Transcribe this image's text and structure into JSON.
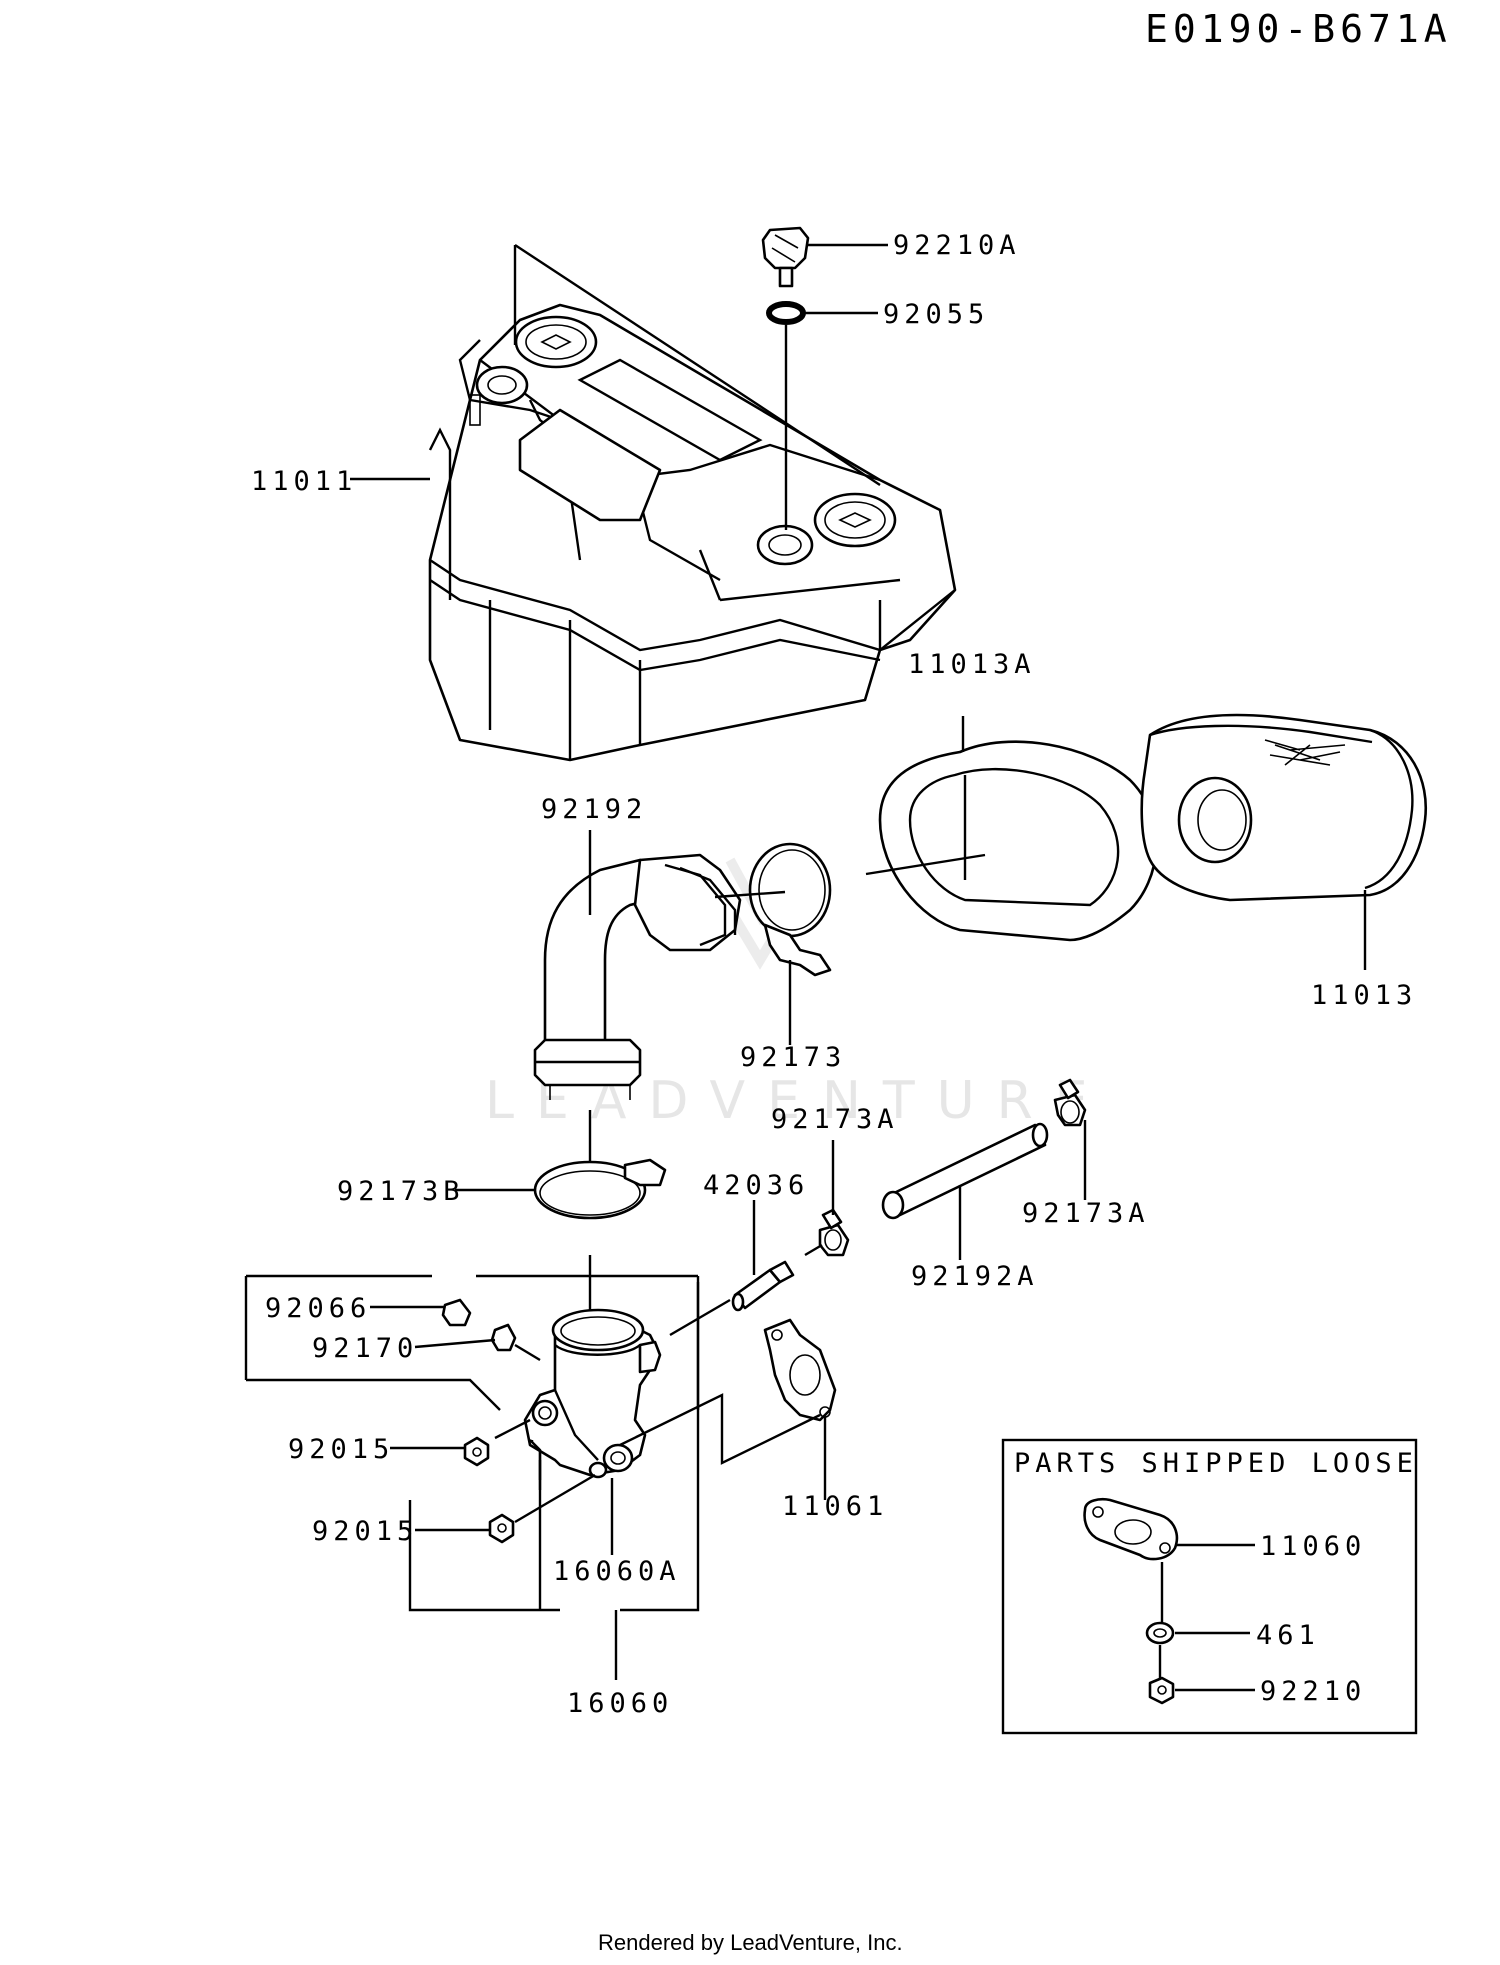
{
  "diagram_id": "E0190-B671A",
  "footer": "Rendered by LeadVenture, Inc.",
  "watermark": "LEADVENTURE",
  "parts_shipped_loose_title": "PARTS SHIPPED LOOSE",
  "callouts": {
    "p92210A": "92210A",
    "p92055": "92055",
    "p11011": "11011",
    "p11013A": "11013A",
    "p92192": "92192",
    "p11013": "11013",
    "p92173": "92173",
    "p92173A_top": "92173A",
    "p92173A_right": "92173A",
    "p92173B": "92173B",
    "p42036": "42036",
    "p92192A": "92192A",
    "p92066": "92066",
    "p92170": "92170",
    "p92015_a": "92015",
    "p92015_b": "92015",
    "p11061": "11061",
    "p16060A": "16060A",
    "p16060": "16060",
    "p11060": "11060",
    "p461": "461",
    "p92210": "92210"
  }
}
